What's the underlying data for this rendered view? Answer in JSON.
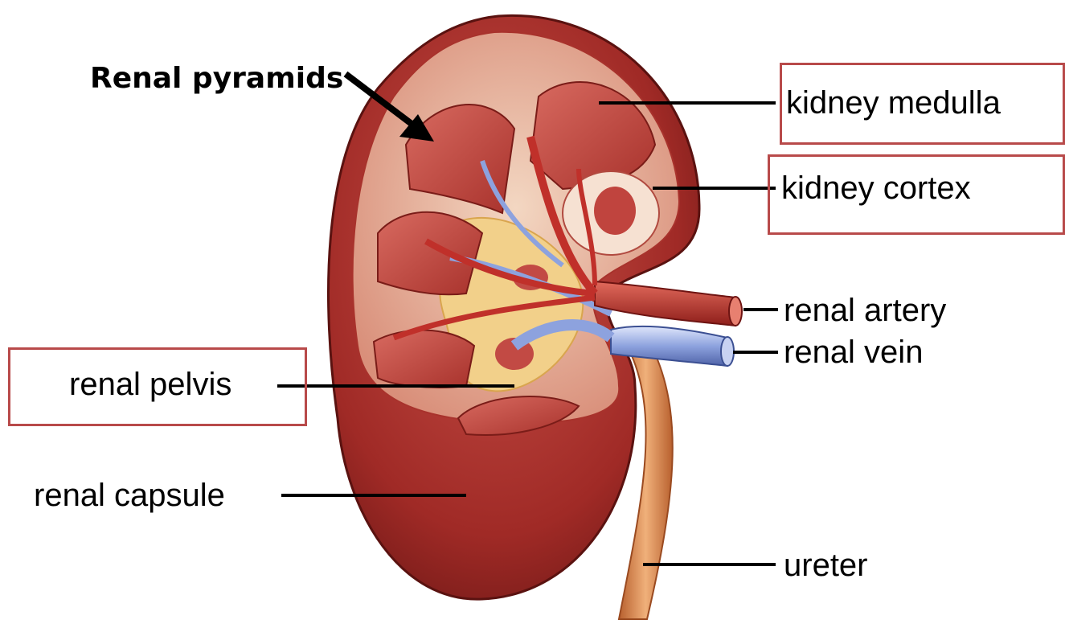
{
  "labels": {
    "renal_pyramids": "Renal pyramids",
    "kidney_medulla": "kidney medulla",
    "kidney_cortex": "kidney cortex",
    "renal_artery": "renal artery",
    "renal_vein": "renal vein",
    "renal_pelvis": "renal pelvis",
    "renal_capsule": "renal capsule",
    "ureter": "ureter"
  },
  "colors": {
    "highlight_box": "#b84a4a",
    "kidney_outer": "#a8322c",
    "pyramid": "#c0443e",
    "pelvis": "#f2d08a",
    "vein": "#7f96d8",
    "artery": "#c0302a",
    "ureter": "#d9874f"
  }
}
